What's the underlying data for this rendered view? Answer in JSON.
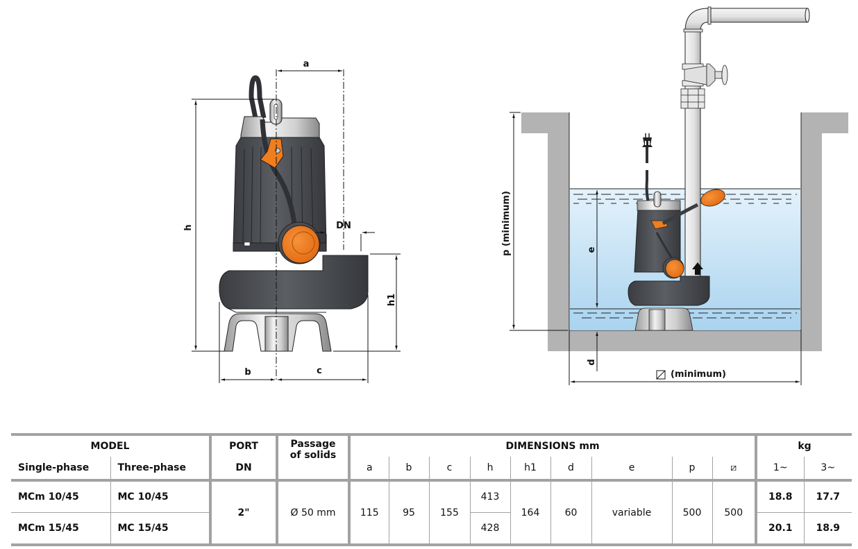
{
  "drawing_left": {
    "labels": {
      "a": "a",
      "h": "h",
      "dn": "DN",
      "h1": "h1",
      "b": "b",
      "c": "c"
    }
  },
  "drawing_right": {
    "labels": {
      "p": "p (minimum)",
      "e": "e",
      "d": "d",
      "width": "(minimum)"
    }
  },
  "colors": {
    "pump_body": "#4a4d52",
    "accent_orange": "#f07d1e",
    "water": "#c7e4f5",
    "wall": "#b3b3b3",
    "table_rule": "#a2a2a2"
  },
  "table": {
    "header": {
      "model": "MODEL",
      "single_phase": "Single-phase",
      "three_phase": "Three-phase",
      "port": "PORT",
      "port_dn": "DN",
      "passage_line1": "Passage",
      "passage_line2": "of solids",
      "dimensions": "DIMENSIONS mm",
      "kg": "kg",
      "dim_cols": [
        "a",
        "b",
        "c",
        "h",
        "h1",
        "d",
        "e",
        "p",
        "⧄"
      ],
      "kg_cols": [
        "1~",
        "3~"
      ]
    },
    "rows": [
      {
        "single": "MCm 10/45",
        "three": "MC 10/45",
        "h": "413",
        "kg1": "18.8",
        "kg3": "17.7"
      },
      {
        "single": "MCm 15/45",
        "three": "MC 15/45",
        "h": "428",
        "kg1": "20.1",
        "kg3": "18.9"
      }
    ],
    "shared": {
      "port": "2\"",
      "passage": "Ø 50 mm",
      "a": "115",
      "b": "95",
      "c": "155",
      "h1": "164",
      "d": "60",
      "e": "variable",
      "p": "500",
      "square": "500"
    }
  }
}
